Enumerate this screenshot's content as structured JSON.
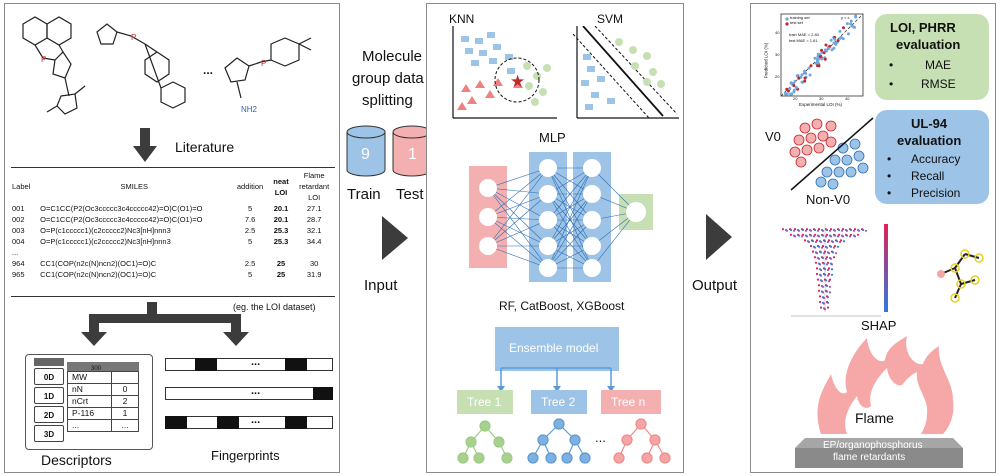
{
  "left": {
    "literature_label": "Literature",
    "ellipsis": "...",
    "nh2_label": "NH2",
    "table": {
      "headers": {
        "label": "Label",
        "smiles": "SMILES",
        "addition": "addition",
        "neat": "neat",
        "neat2": "LOI",
        "flame1": "Flame",
        "flame2": "retardant",
        "flame3": "LOI"
      },
      "rows": [
        {
          "label": "001",
          "smiles": "O=C1CC(P2(Oc3ccccc3c4ccccc42)=O)C(O1)=O",
          "addition": "5",
          "neat": "20.1",
          "fr": "27.1"
        },
        {
          "label": "002",
          "smiles": "O=C1CC(P2(Oc3ccccc3c4ccccc42)=O)C(O1)=O",
          "addition": "7.6",
          "neat": "20.1",
          "fr": "28.7"
        },
        {
          "label": "003",
          "smiles": "O=P(c1ccccc1)(c2ccccc2)Nc3[nH]nnn3",
          "addition": "2.5",
          "neat": "25.3",
          "fr": "32.1"
        },
        {
          "label": "004",
          "smiles": "O=P(c1ccccc1)(c2ccccc2)Nc3[nH]nnn3",
          "addition": "5",
          "neat": "25.3",
          "fr": "34.4"
        },
        {
          "label": "...",
          "smiles": "",
          "addition": "",
          "neat": "",
          "fr": ""
        },
        {
          "label": "964",
          "smiles": "CC1(COP(n2c(N)ncn2)(OC1)=O)C",
          "addition": "2.5",
          "neat": "25",
          "fr": "30"
        },
        {
          "label": "965",
          "smiles": "CC1(COP(n2c(N)ncn2)(OC1)=O)C",
          "addition": "5",
          "neat": "25",
          "fr": "31.9"
        }
      ]
    },
    "eg_label": "(eg. the LOI dataset)",
    "descriptors": {
      "levels": [
        "0D",
        "1D",
        "2D",
        "3D"
      ],
      "header_right": "300",
      "rows": [
        {
          "name": "MW",
          "value": ""
        },
        {
          "name": "nN",
          "value": "0"
        },
        {
          "name": "nCrt",
          "value": "2"
        },
        {
          "name": "P-116",
          "value": "1"
        },
        {
          "name": "...",
          "value": "..."
        }
      ],
      "caption": "Descriptors"
    },
    "fingerprints": {
      "cell_text": "...",
      "caption": "Fingerprints"
    }
  },
  "split": {
    "lines": [
      "Molecule",
      "group data",
      "splitting"
    ],
    "train_count": "9",
    "test_count": "1",
    "train_label": "Train",
    "test_label": "Test",
    "input_label": "Input"
  },
  "models": {
    "knn": "KNN",
    "svm": "SVM",
    "mlp": "MLP",
    "trees_label": "RF, CatBoost, XGBoost",
    "ensemble": "Ensemble model",
    "tree1": "Tree 1",
    "tree2": "Tree 2",
    "treen": "Tree n",
    "tree_dots": "..."
  },
  "output_label": "Output",
  "right": {
    "scatter": {
      "legend1": "training set",
      "legend2": "test set",
      "line_label": "y = x",
      "train_mae": "train MAE = 2.84",
      "test_mae": "test MAE = 1.61",
      "xlabel": "Experimental LOI (%)",
      "ylabel": "Predicted LOI (%)",
      "xticks": [
        "20",
        "30",
        "40"
      ],
      "yticks": [
        "20",
        "30",
        "40"
      ]
    },
    "loi_box": {
      "title1": "LOI, PHRR",
      "title2": "evaluation",
      "items": [
        "MAE",
        "RMSE"
      ],
      "color": "#c6e0b4"
    },
    "v0_label": "V0",
    "nonv0_label": "Non-V0",
    "ul_box": {
      "title1": "UL-94",
      "title2": "evaluation",
      "items": [
        "Accuracy",
        "Recall",
        "Precision"
      ],
      "color": "#9dc3e6"
    },
    "shap_label": "SHAP",
    "flame_label": "Flame",
    "ep_line1": "EP/organophosphorus",
    "ep_line2": "flame retardants"
  },
  "colors": {
    "blue": "#9dc3e6",
    "pink": "#f4b0b0",
    "green": "#c6e0b4",
    "dark": "#3c3c3c",
    "red": "#d9534f"
  }
}
